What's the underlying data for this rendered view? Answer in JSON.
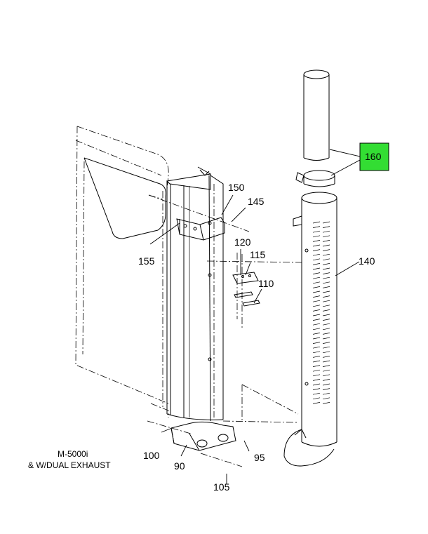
{
  "callouts": {
    "c160": "160",
    "c150": "150",
    "c145": "145",
    "c155": "155",
    "c120": "120",
    "c115": "115",
    "c110": "110",
    "c140": "140",
    "c100": "100",
    "c90": "90",
    "c95": "95",
    "c105": "105"
  },
  "caption": {
    "line1": "M-5000i",
    "line2": "& W/DUAL EXHAUST"
  },
  "colors": {
    "highlight": "#33dd33",
    "line": "#000000"
  }
}
